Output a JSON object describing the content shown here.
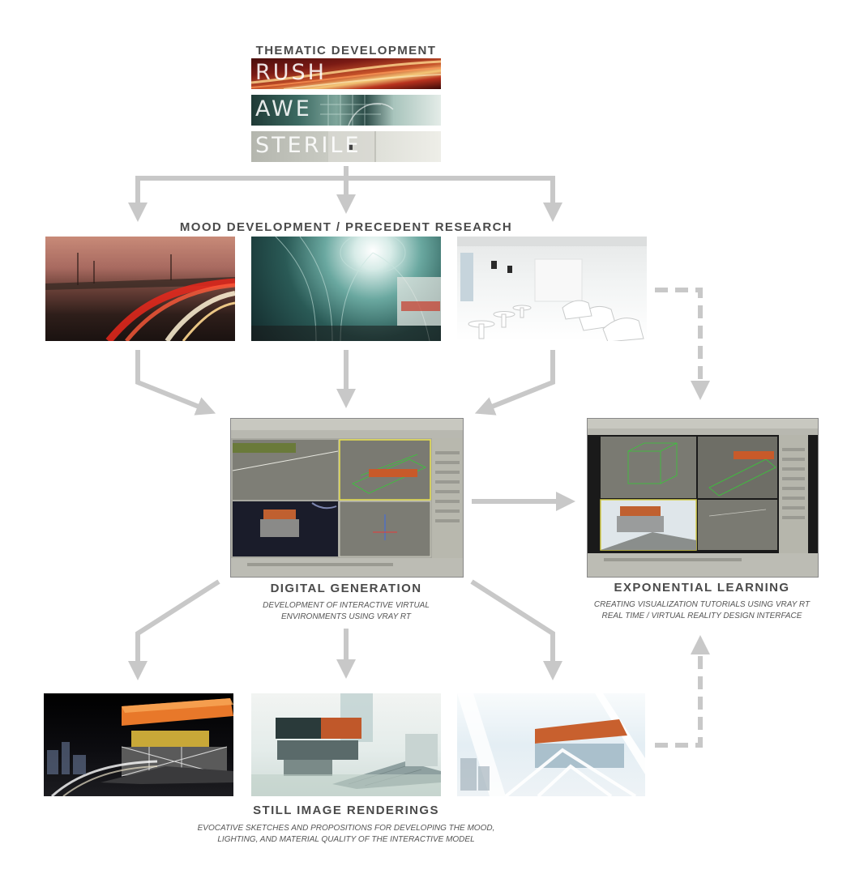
{
  "thematic": {
    "title": "THEMATIC DEVELOPMENT",
    "themes": [
      "RUSH",
      "AWE",
      "STERILE"
    ]
  },
  "mood": {
    "title": "MOOD DEVELOPMENT / PRECEDENT RESEARCH"
  },
  "digital": {
    "title": "DIGITAL GENERATION",
    "subtitle_line1": "DEVELOPMENT OF INTERACTIVE VIRTUAL",
    "subtitle_line2": "ENVIRONMENTS USING VRAY RT"
  },
  "exponential": {
    "title": "EXPONENTIAL LEARNING",
    "subtitle_line1": "CREATING VISUALIZATION TUTORIALS USING VRAY RT",
    "subtitle_line2": "REAL TIME / VIRTUAL REALITY DESIGN INTERFACE"
  },
  "still": {
    "title": "STILL IMAGE RENDERINGS",
    "subtitle_line1": "EVOCATIVE SKETCHES AND PROPOSITIONS FOR DEVELOPING THE MOOD,",
    "subtitle_line2": "LIGHTING, AND MATERIAL QUALITY OF THE INTERACTIVE MODEL"
  },
  "colors": {
    "arrow": "#c8c8c8",
    "heading": "#4a4a4a",
    "accent_orange": "#d9642a"
  }
}
